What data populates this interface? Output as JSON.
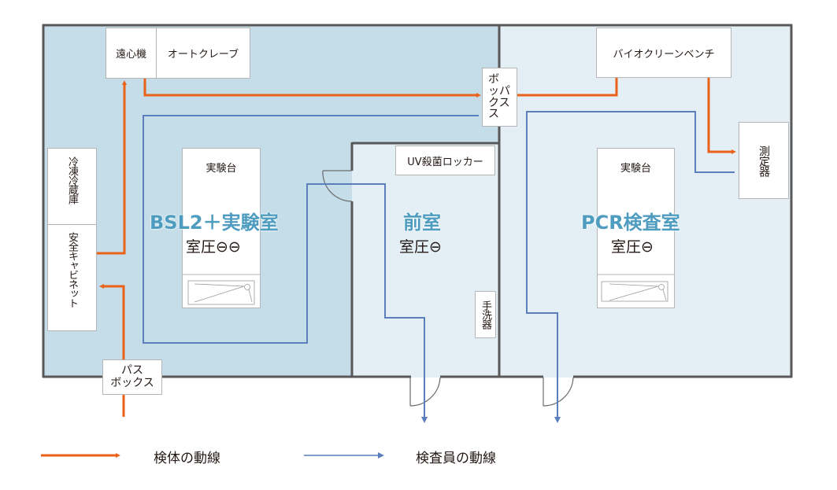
{
  "colors": {
    "bsl2_fill": "#c4dde8",
    "anteroom_fill": "#e3eff5",
    "pcr_fill": "#e3eff5",
    "wall": "#595757",
    "specimen_line": "#ea6119",
    "inspector_line": "#5a7fbc",
    "room_label": "#4e9cbf"
  },
  "rooms": {
    "bsl2": {
      "name": "BSL2＋実験室",
      "pressure": "室圧⊖⊖"
    },
    "anteroom": {
      "name": "前室",
      "pressure": "室圧⊖"
    },
    "pcr": {
      "name": "PCR検査室",
      "pressure": "室圧⊖"
    }
  },
  "equipment": {
    "centrifuge": "遠心機",
    "autoclave": "オートクレーブ",
    "freezer": "冷凍冷蔵庫",
    "safety_cabinet": "安全キャビネット",
    "bsl2_bench": "実験台",
    "pass_box_bottom": [
      "パス",
      "ボックス"
    ],
    "pass_box_middle": [
      "ボ",
      "ッパ",
      "クス",
      "ス"
    ],
    "uv_locker": "UV殺菌ロッカー",
    "hand_washer": "手洗器",
    "clean_bench": "バイオクリーンベンチ",
    "pcr_bench": "実験台",
    "measuring_device": "測定器"
  },
  "legend": [
    {
      "label": "検体の動線",
      "series": "specimen"
    },
    {
      "label": "検査員の動線",
      "series": "inspector"
    }
  ]
}
